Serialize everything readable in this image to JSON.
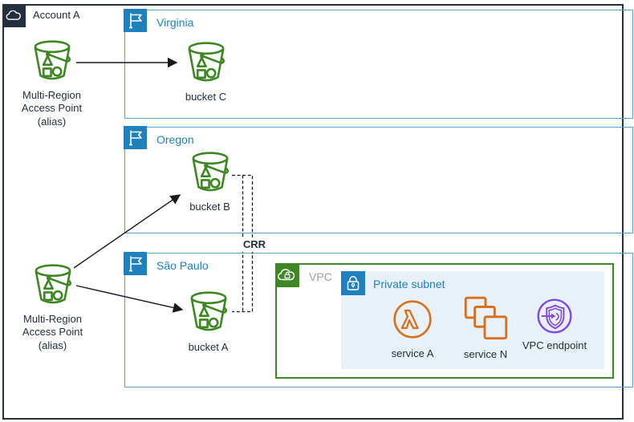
{
  "account": {
    "label": "Account A"
  },
  "access_points": {
    "top": {
      "label_lines": [
        "Multi-Region",
        "Access Point",
        "(alias)"
      ]
    },
    "bottom": {
      "label_lines": [
        "Multi-Region",
        "Access Point",
        "(alias)"
      ]
    }
  },
  "regions": {
    "virginia": {
      "name": "Virginia",
      "bucket_label": "bucket C"
    },
    "oregon": {
      "name": "Oregon",
      "bucket_label": "bucket B"
    },
    "sao_paulo": {
      "name": "São Paulo",
      "bucket_label": "bucket A"
    }
  },
  "vpc": {
    "label": "VPC",
    "subnet": {
      "label": "Private subnet",
      "service_a_label": "service A",
      "service_n_label": "service N",
      "endpoint_label": "VPC endpoint"
    }
  },
  "connections": {
    "crr_label": "CRR"
  },
  "icons": {
    "account": "aws-cloud-icon",
    "region": "flag-icon",
    "bucket": "s3-bucket-icon",
    "access_point": "s3-bucket-icon",
    "vpc": "cloud-lock-icon",
    "subnet": "lock-icon",
    "service_a": "lambda-icon",
    "service_n": "stacked-squares-icon",
    "endpoint": "shield-arrow-icon"
  },
  "colors": {
    "account_border": "#232F3E",
    "region_border": "#5AA0D0",
    "region_accent": "#1E81BD",
    "vpc_green": "#3F8624",
    "subnet_bg": "#E8F0F8",
    "bucket_green": "#3F8624",
    "service_orange": "#D9701E",
    "endpoint_purple": "#8348E0",
    "line_black": "#1A1A1A",
    "text_dark": "#232F3E",
    "vpc_label_gray": "#9AA0A4"
  }
}
